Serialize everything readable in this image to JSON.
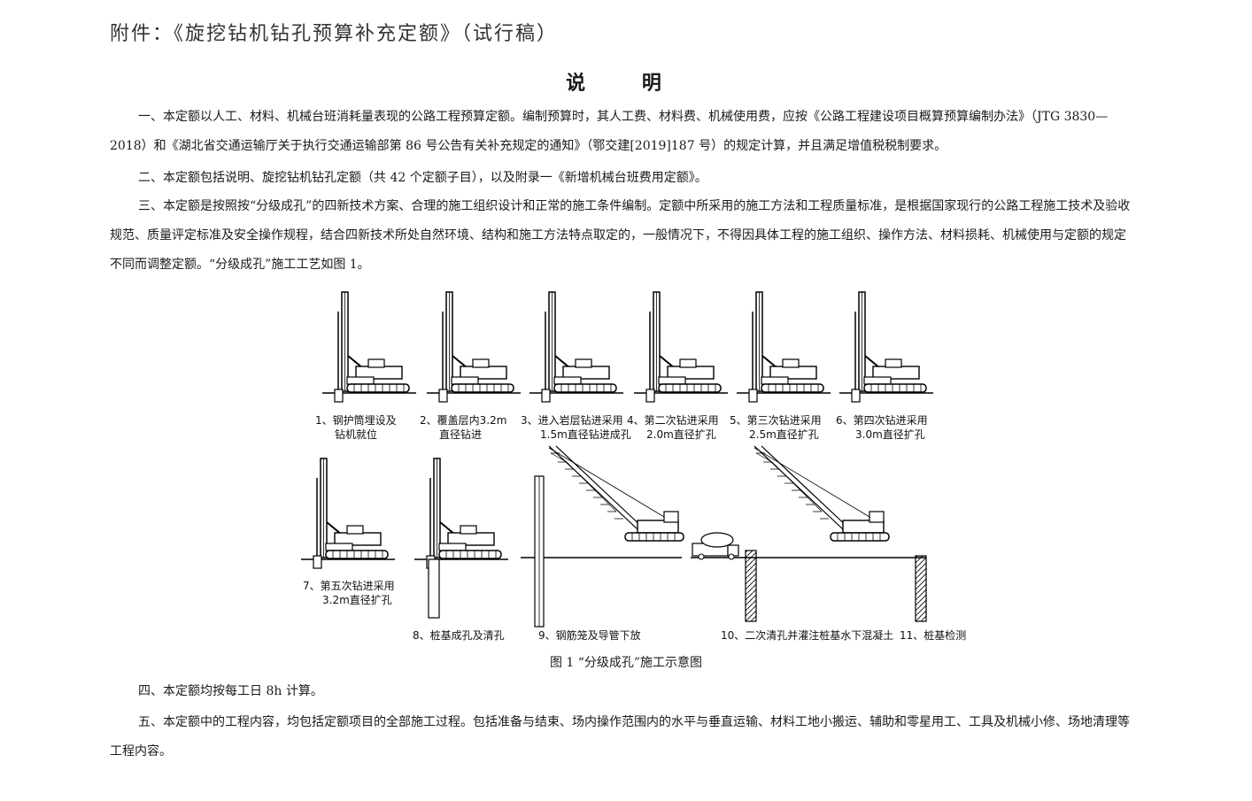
{
  "header": {
    "attachment_title": "附件：《旋挖钻机钻孔预算补充定额》（试行稿）"
  },
  "doc_title": "说 明",
  "paragraphs": {
    "p1": "一、本定额以人工、材料、机械台班消耗量表现的公路工程预算定额。编制预算时，其人工费、材料费、机械使用费，应按《公路工程建设项目概算预算编制办法》（JTG 3830—2018）和《湖北省交通运输厅关于执行交通运输部第 86 号公告有关补充规定的通知》（鄂交建[2019]187 号）的规定计算，并且满足增值税税制要求。",
    "p2": "二、本定额包括说明、旋挖钻机钻孔定额（共 42 个定额子目），以及附录一《新增机械台班费用定额》。",
    "p3": "三、本定额是按照按“分级成孔”的四新技术方案、合理的施工组织设计和正常的施工条件编制。定额中所采用的施工方法和工程质量标准，是根据国家现行的公路工程施工技术及验收规范、质量评定标准及安全操作规程，结合四新技术所处自然环境、结构和施工方法特点取定的，一般情况下，不得因具体工程的施工组织、操作方法、材料损耗、机械使用与定额的规定不同而调整定额。“分级成孔”施工工艺如图 1。",
    "p4": "四、本定额均按每工日 8h 计算。",
    "p5": "五、本定额中的工程内容，均包括定额项目的全部施工过程。包括准备与结束、场内操作范围内的水平与垂直运输、材料工地小搬运、辅助和零星用工、工具及机械小修、场地清理等工程内容。"
  },
  "figure": {
    "caption": "图 1 “分级成孔”施工示意图",
    "steps": {
      "s1a": "1、钢护筒埋设及",
      "s1b": "钻机就位",
      "s2a": "2、覆盖层内3.2m",
      "s2b": "直径钻进",
      "s3a": "3、进入岩层钻进采用",
      "s3b": "1.5m直径钻进成孔",
      "s4a": "4、第二次钻进采用",
      "s4b": "2.0m直径扩孔",
      "s5a": "5、第三次钻进采用",
      "s5b": "2.5m直径扩孔",
      "s6a": "6、第四次钻进采用",
      "s6b": "3.0m直径扩孔",
      "s7a": "7、第五次钻进采用",
      "s7b": "3.2m直径扩孔",
      "s8": "8、桩基成孔及清孔",
      "s9": "9、钢筋笼及导管下放",
      "s10": "10、二次清孔并灌注桩基水下混凝土",
      "s11": "11、桩基检测"
    }
  }
}
